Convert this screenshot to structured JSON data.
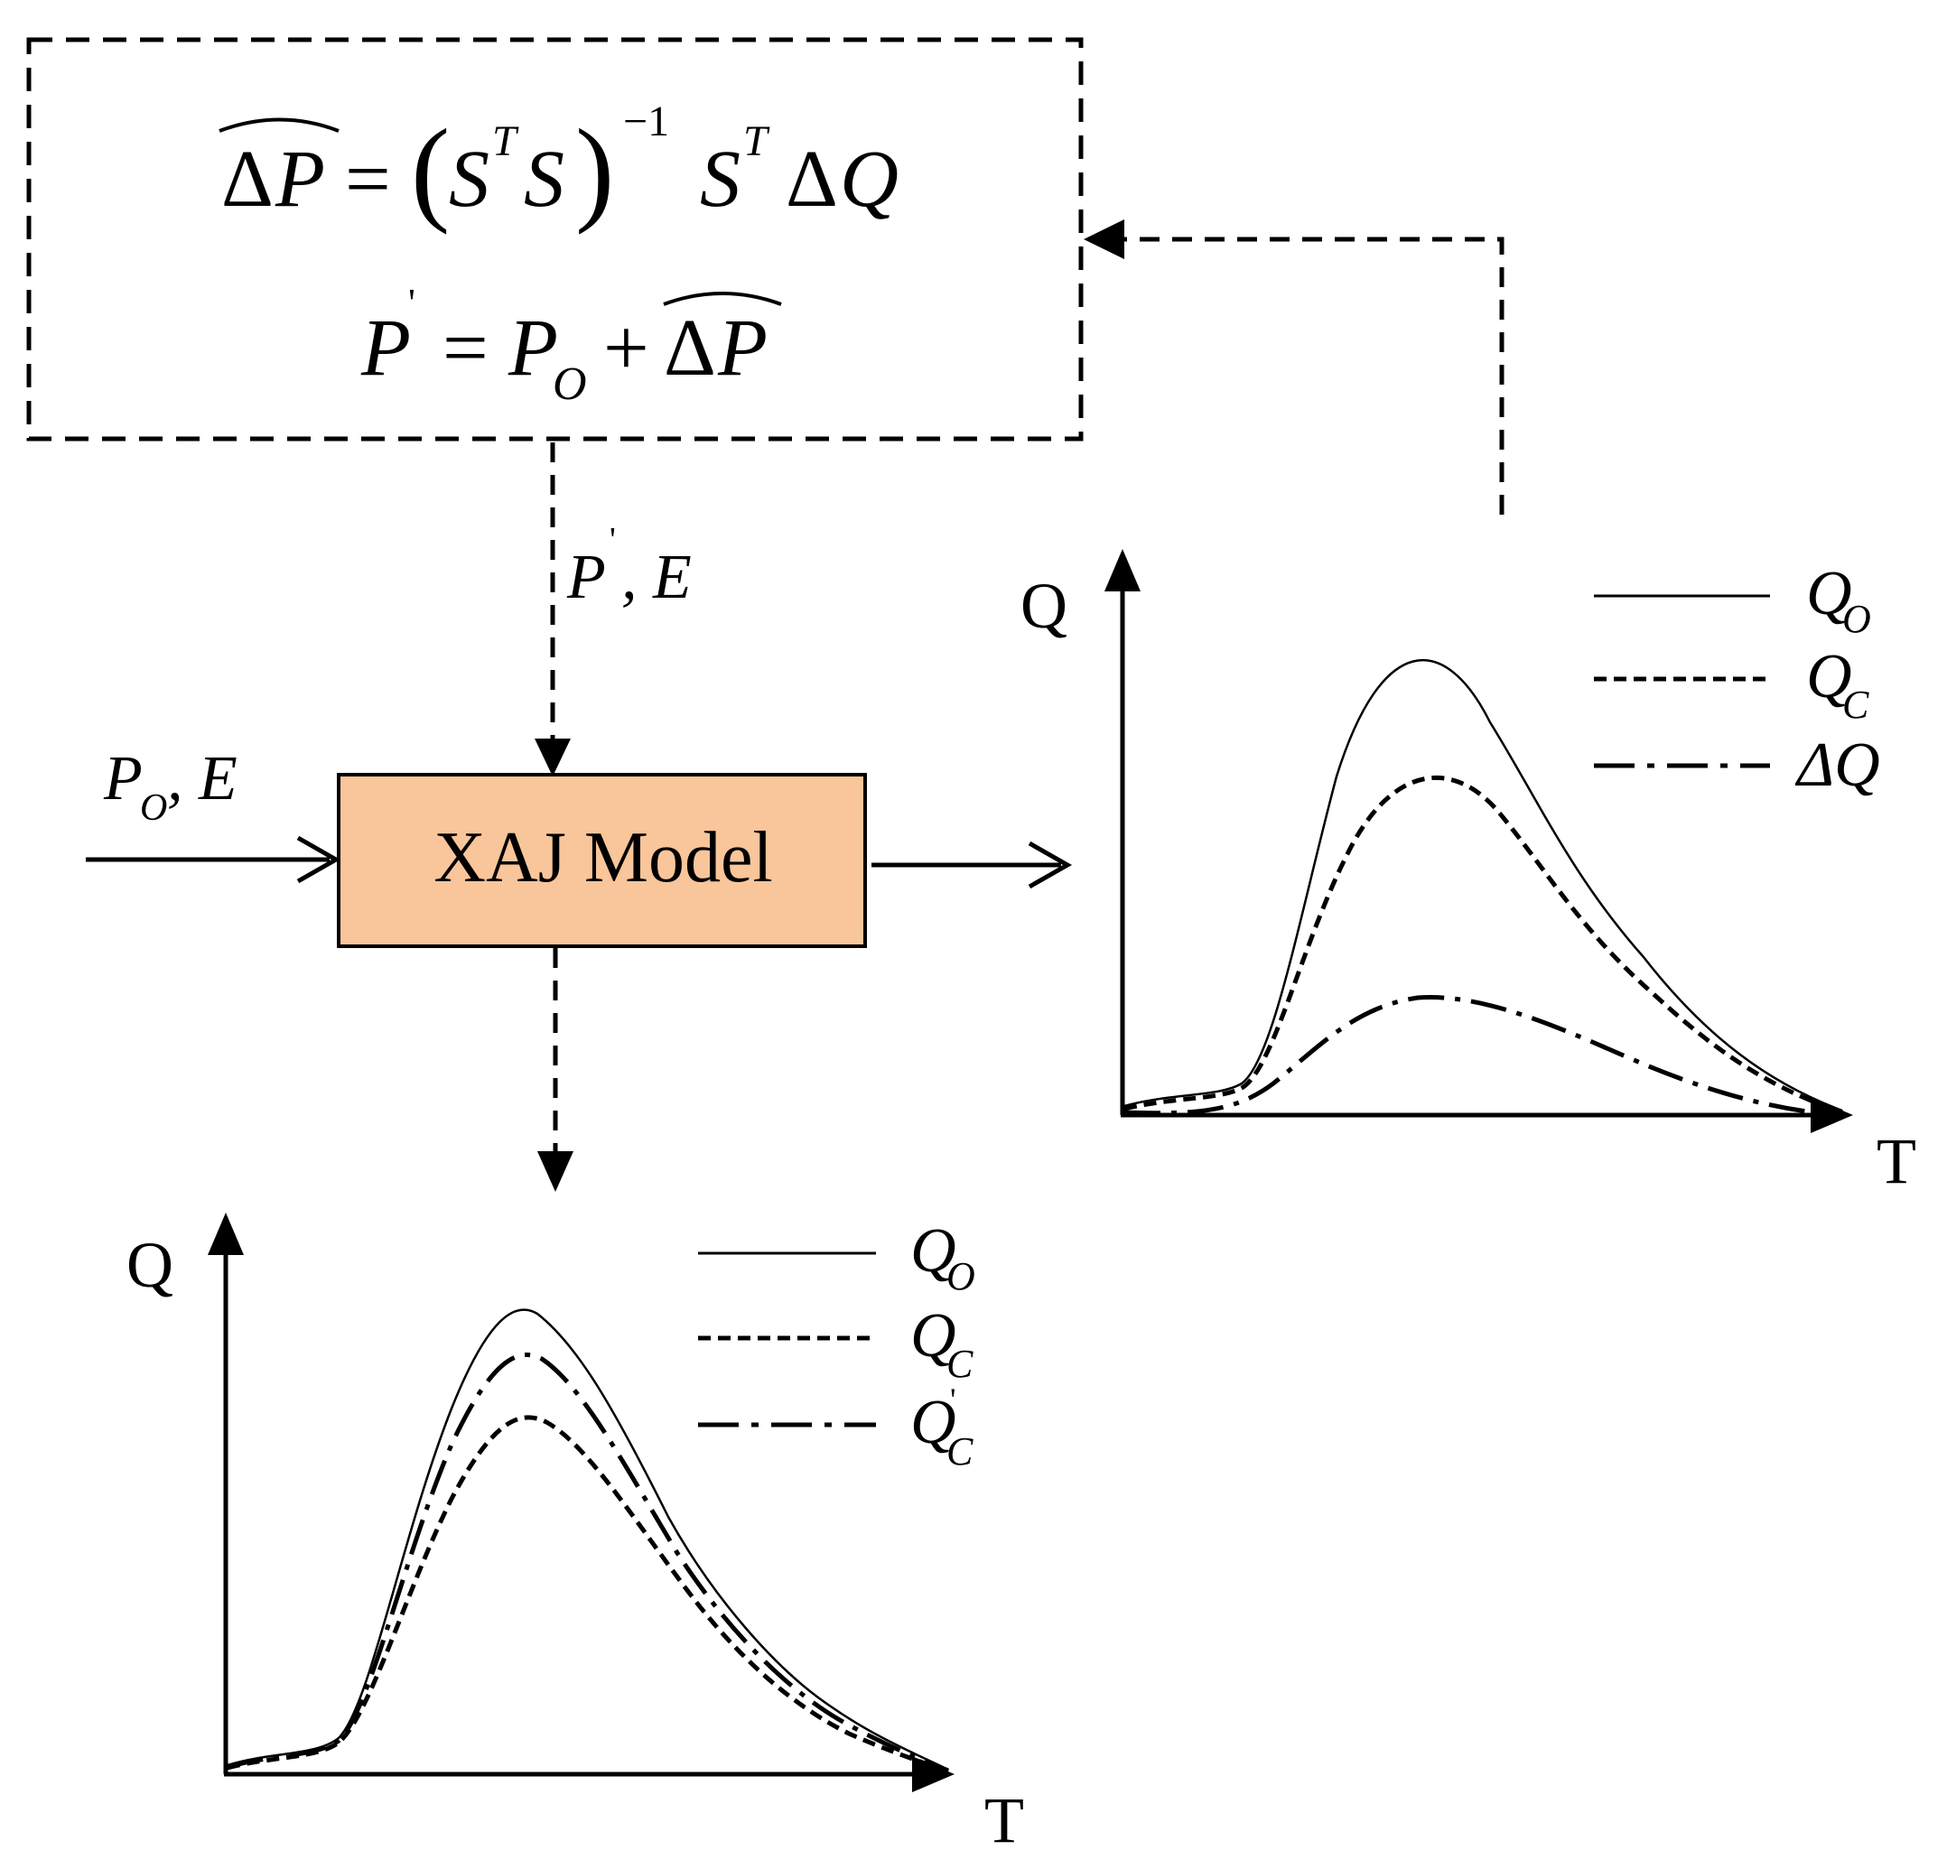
{
  "update_box": {
    "eq1": {
      "lhs_delta": "Δ",
      "lhs_var": "P",
      "equals": "=",
      "lparen": "(",
      "s1": "S",
      "t1": "T",
      "s2": "S",
      "rparen": ")",
      "inv_exp": "−1",
      "s3": "S",
      "t3": "T",
      "delta": "Δ",
      "q": "Q"
    },
    "eq2": {
      "p": "P",
      "prime": "'",
      "equals": "=",
      "p0": "P",
      "p0_sub": "O",
      "plus": "+",
      "delta": "Δ",
      "p_hat": "P"
    }
  },
  "input_top": {
    "p": "P",
    "prime": "'",
    "comma_e": ", E"
  },
  "input_left": {
    "p": "P",
    "sub": "O",
    "comma_e": ", E"
  },
  "model_box": {
    "label": "XAJ Model",
    "fill": "#f9c59a",
    "stroke": "#000000"
  },
  "chart_right": {
    "y_label": "Q",
    "x_label": "T",
    "legend": [
      {
        "base": "Q",
        "sub": "O",
        "style": "solid"
      },
      {
        "base": "Q",
        "sub": "C",
        "style": "dashed"
      },
      {
        "base": "ΔQ",
        "sub": "",
        "style": "dash-dot"
      }
    ]
  },
  "chart_bottom": {
    "y_label": "Q",
    "x_label": "T",
    "legend": [
      {
        "base": "Q",
        "sub": "O",
        "style": "solid"
      },
      {
        "base": "Q",
        "sub": "C",
        "style": "dashed"
      },
      {
        "base": "Q",
        "sub": "C",
        "prime": "'",
        "style": "dash-dot"
      }
    ]
  }
}
